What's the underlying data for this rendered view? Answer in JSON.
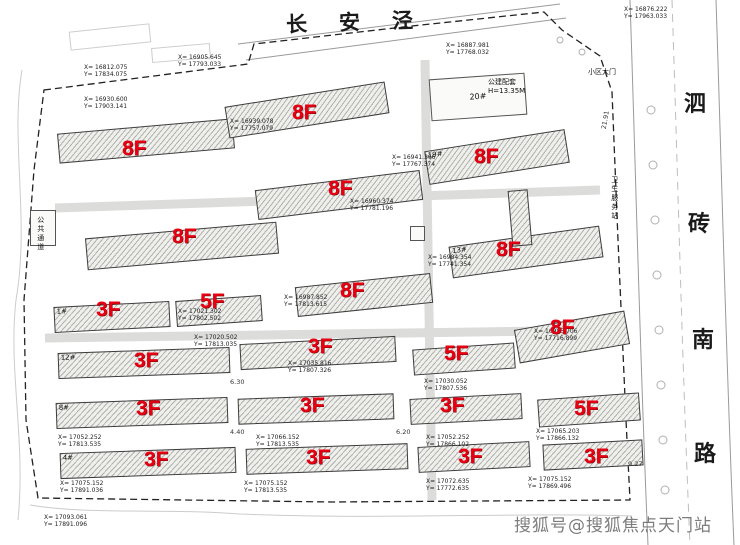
{
  "page": {
    "watermark": "搜狐号@搜狐焦点天门站"
  },
  "streets": {
    "river": "长安泾",
    "road_chars": [
      "泗",
      "砖",
      "南",
      "路"
    ]
  },
  "plan": {
    "floor_labels": [
      {
        "text": "8F"
      },
      {
        "text": "8F"
      },
      {
        "text": "8F"
      },
      {
        "text": "8F"
      },
      {
        "text": "8F"
      },
      {
        "text": "8F"
      },
      {
        "text": "8F"
      },
      {
        "text": "8F"
      },
      {
        "text": "5F"
      },
      {
        "text": "3F"
      },
      {
        "text": "3F"
      },
      {
        "text": "3F"
      },
      {
        "text": "5F"
      },
      {
        "text": "3F"
      },
      {
        "text": "3F"
      },
      {
        "text": "3F"
      },
      {
        "text": "5F"
      },
      {
        "text": "3F"
      },
      {
        "text": "3F"
      },
      {
        "text": "3F"
      },
      {
        "text": "3F"
      }
    ],
    "numbers": {
      "b4": "19#",
      "b6": "13#",
      "b9": "1#",
      "b11": "12#",
      "b14": "8#",
      "b18": "4#",
      "b22": "20#"
    },
    "annotations": {
      "public_building": "公建配套",
      "public_building_height": "H=13.35M",
      "gate": "小区大门",
      "passage": "公共通道",
      "clinic": "卫生服务站"
    },
    "dims": [
      "21.91",
      "6.30",
      "4.40",
      "6.20",
      "9.27"
    ],
    "coords": [
      {
        "x": "X= 16812.075",
        "y": "Y= 17834.075"
      },
      {
        "x": "X= 16905.645",
        "y": "Y= 17793.033"
      },
      {
        "x": "X= 16930.600",
        "y": "Y= 17903.141"
      },
      {
        "x": "X= 16887.981",
        "y": "Y= 17768.032"
      },
      {
        "x": "X= 16939.078",
        "y": "Y= 17757.079"
      },
      {
        "x": "X= 16941.366",
        "y": "Y= 17767.374"
      },
      {
        "x": "X= 16960.374",
        "y": "Y= 17781.196"
      },
      {
        "x": "X= 16984.354",
        "y": "Y= 17741.354"
      },
      {
        "x": "X= 16987.852",
        "y": "Y= 17813.615"
      },
      {
        "x": "X= 17021.302",
        "y": "Y= 17802.502"
      },
      {
        "x": "X= 17020.502",
        "y": "Y= 17813.035"
      },
      {
        "x": "X= 17035.816",
        "y": "Y= 17807.326"
      },
      {
        "x": "X= 17030.052",
        "y": "Y= 17807.536"
      },
      {
        "x": "X= 17052.252",
        "y": "Y= 17813.535"
      },
      {
        "x": "X= 17066.152",
        "y": "Y= 17813.535"
      },
      {
        "x": "X= 17052.252",
        "y": "Y= 17866.102"
      },
      {
        "x": "X= 17065.203",
        "y": "Y= 17866.132"
      },
      {
        "x": "X= 17075.152",
        "y": "Y= 17891.036"
      },
      {
        "x": "X= 17075.152",
        "y": "Y= 17813.535"
      },
      {
        "x": "X= 17072.635",
        "y": "Y= 17772.635"
      },
      {
        "x": "X= 17075.152",
        "y": "Y= 17869.496"
      },
      {
        "x": "X= 17093.061",
        "y": "Y= 17891.096"
      },
      {
        "x": "X= 16876.222",
        "y": "Y= 17963.033"
      },
      {
        "x": "X= 16985.706",
        "y": "Y= 17716.899"
      }
    ]
  }
}
